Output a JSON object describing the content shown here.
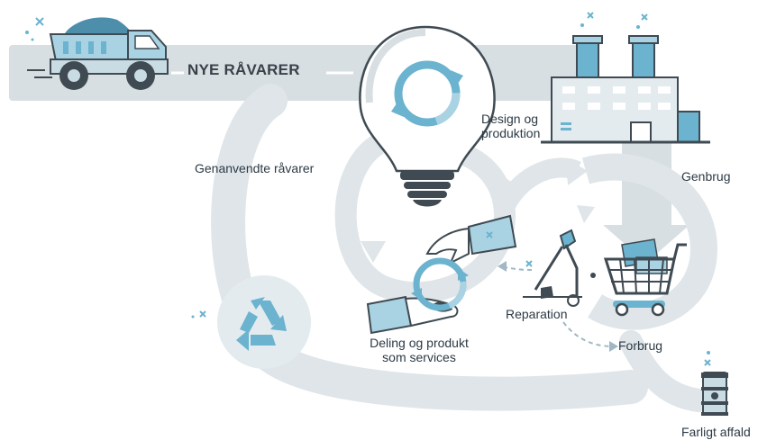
{
  "banner": {
    "title": "NYE RÅVARER"
  },
  "labels": {
    "design": [
      "Design og",
      "produktion"
    ],
    "recycled": "Genanvendte råvarer",
    "recycling": "Genbrug",
    "repair": "Reparation",
    "sharing": [
      "Deling og produkt",
      "som services"
    ],
    "consumption": "Forbrug",
    "hazardous": "Farligt affald"
  },
  "icons": [
    "dump-truck-icon",
    "lightbulb-icon",
    "factory-icon",
    "shopping-cart-icon",
    "screwdriver-icon",
    "recycle-icon",
    "handshake-icon",
    "hazard-barrel-icon"
  ],
  "colors": {
    "flow": "#d8dfe3",
    "accent": "#6bb3cf",
    "accent_light": "#a9d3e3",
    "outline": "#3f4a52",
    "ink": "#2c3a45"
  }
}
